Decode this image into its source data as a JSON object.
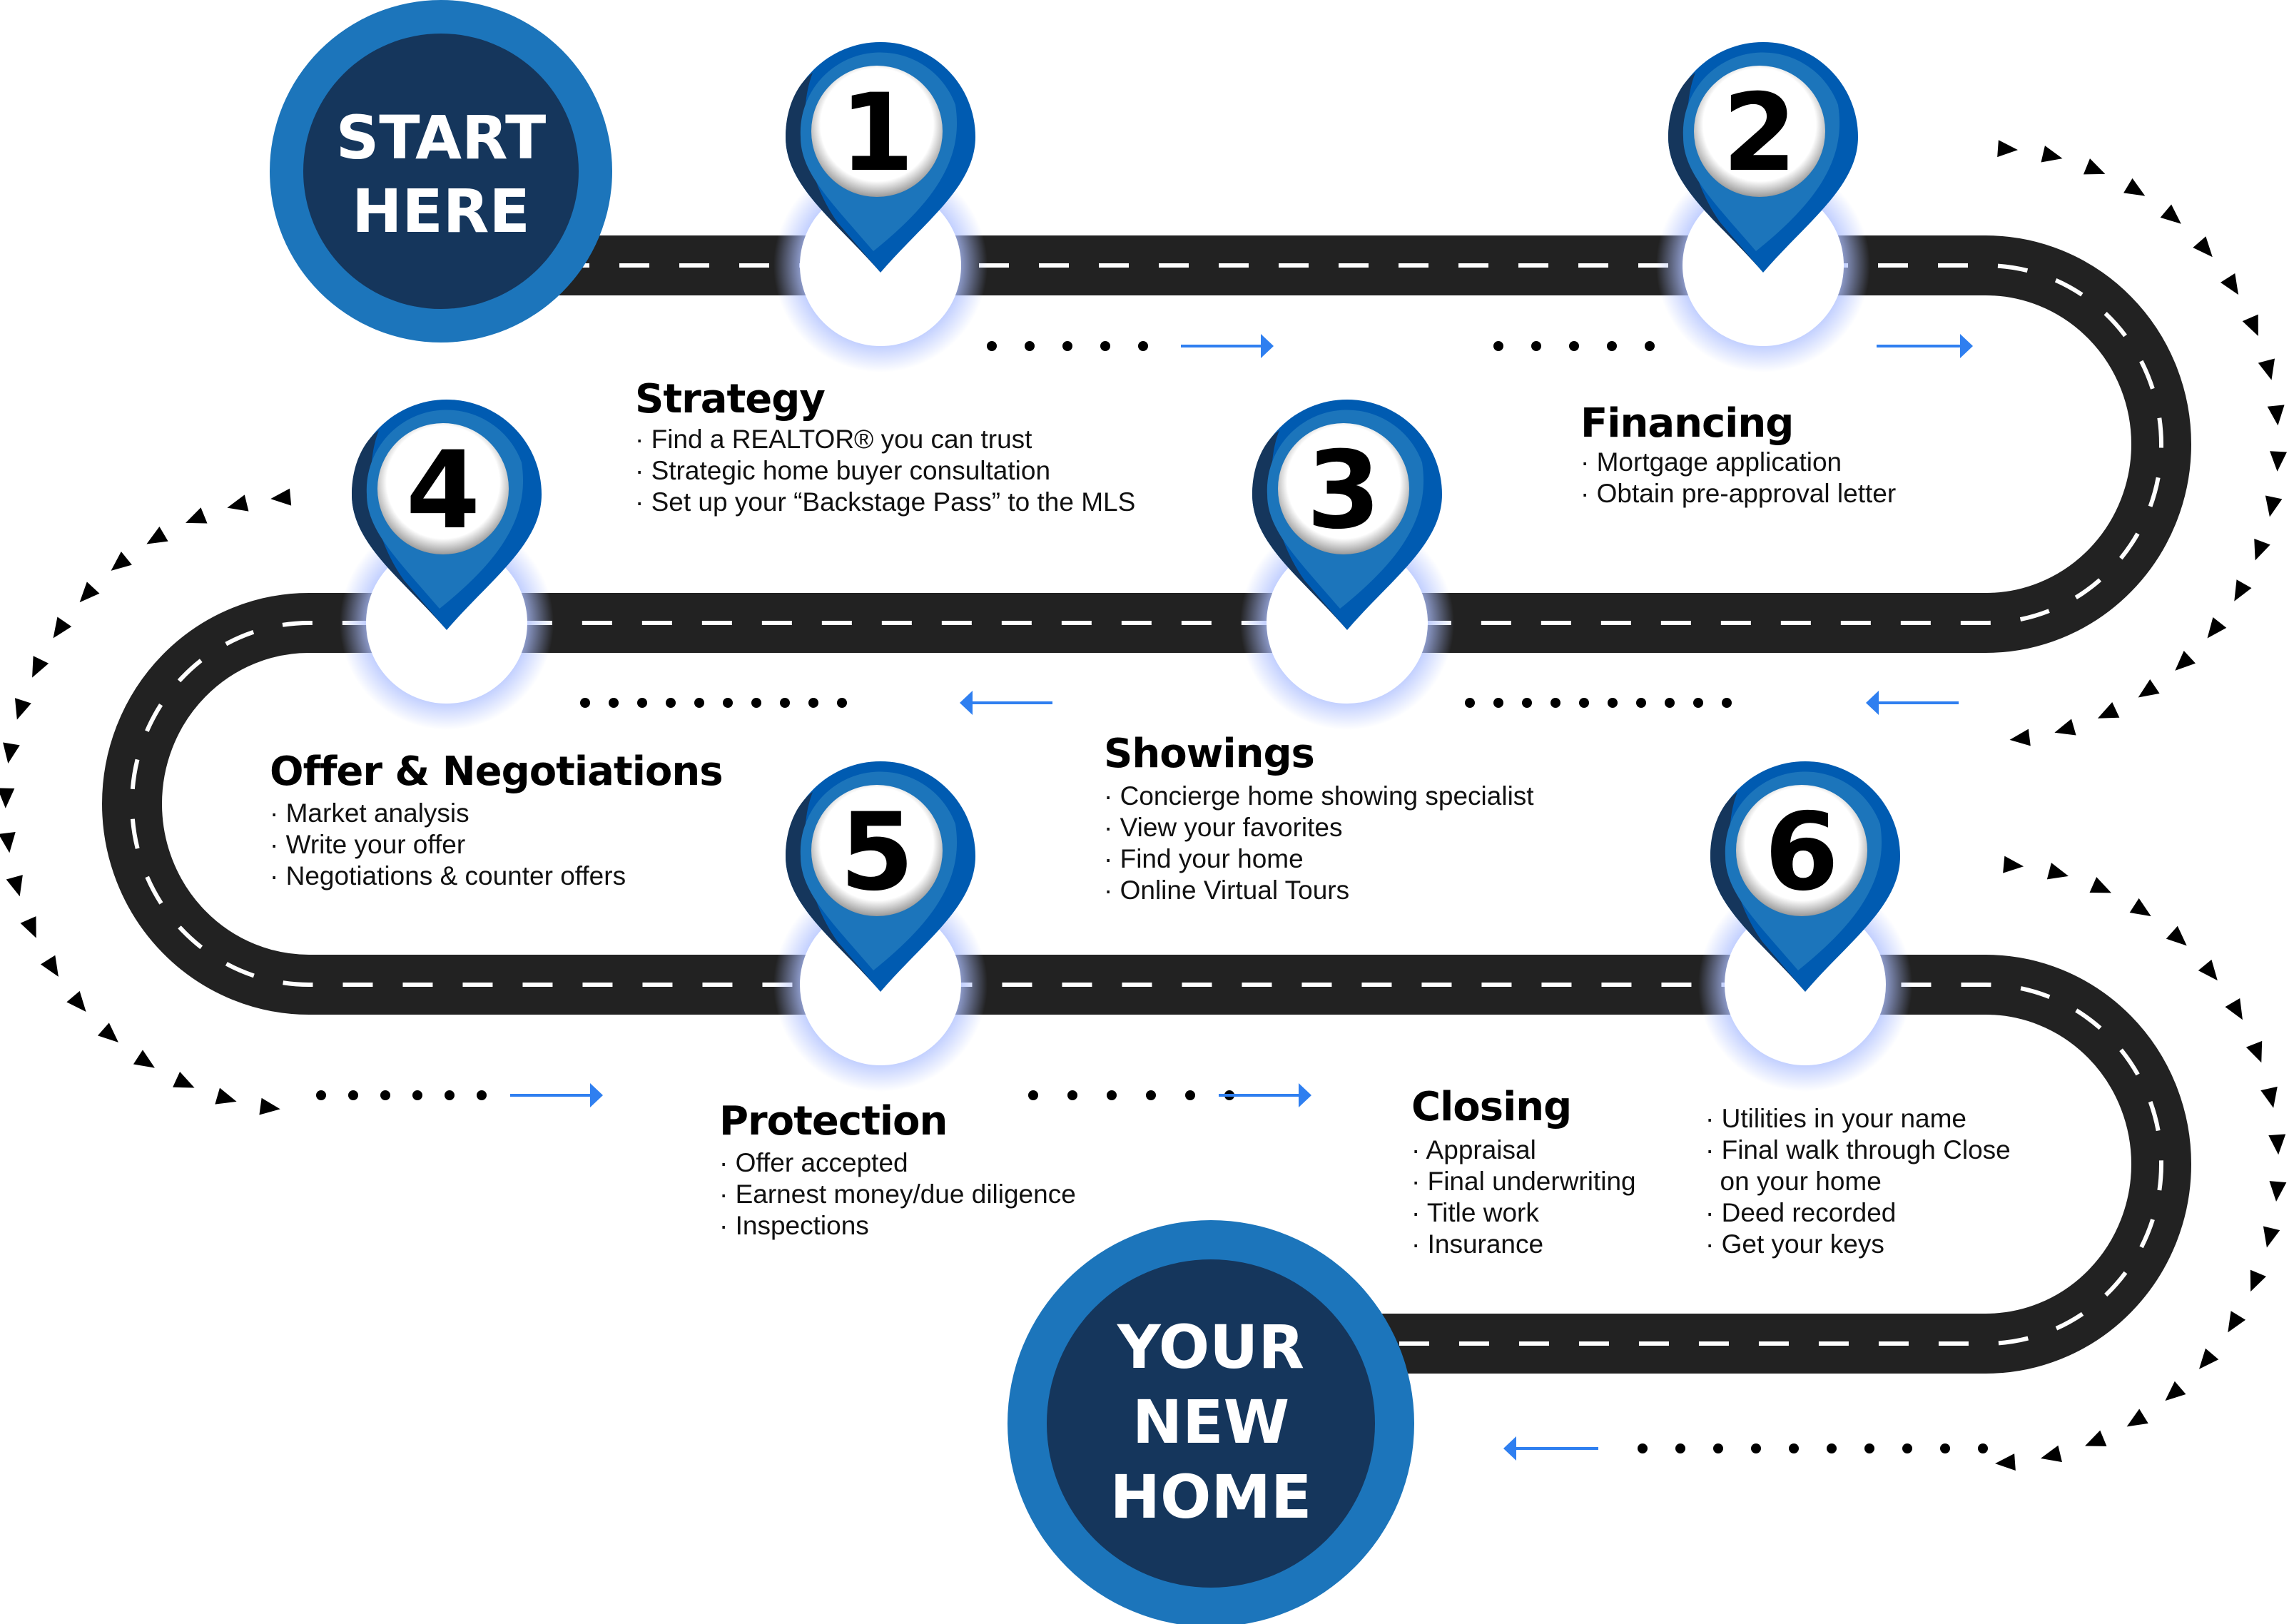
{
  "title": "Home Buying Roadmap",
  "start_badge": {
    "lines": [
      "START",
      "HERE"
    ]
  },
  "end_badge": {
    "lines": [
      "YOUR",
      "NEW",
      "HOME"
    ]
  },
  "colors": {
    "road": "#222222",
    "road_dash": "#ffffff",
    "badge_outer": "#1c75bb",
    "badge_inner": "#15365c",
    "pin_light": "#1c75bb",
    "pin_dark": "#005bb1",
    "pin_shadow": "#15365c",
    "arrow": "#2f7ff0",
    "glow": "#aec0ff"
  },
  "steps": [
    {
      "number": "1",
      "title": "Strategy",
      "items": [
        "· Find a REALTOR® you can trust",
        "· Strategic home buyer consultation",
        "· Set up your “Backstage Pass” to the MLS"
      ]
    },
    {
      "number": "2",
      "title": "Financing",
      "items": [
        "· Mortgage  application",
        "· Obtain pre-approval letter"
      ]
    },
    {
      "number": "3",
      "title": "Showings",
      "items": [
        "· Concierge home showing specialist",
        "· View your favorites",
        "· Find your home",
        "· Online Virtual Tours"
      ]
    },
    {
      "number": "4",
      "title": "Offer & Negotiations",
      "items": [
        "· Market analysis",
        "· Write your offer",
        "· Negotiations & counter offers"
      ]
    },
    {
      "number": "5",
      "title": "Protection",
      "items": [
        "· Offer accepted",
        "· Earnest money/due diligence",
        "· Inspections"
      ]
    },
    {
      "number": "6",
      "title": "Closing",
      "items": [
        "· Appraisal",
        "· Final underwriting",
        "· Title work",
        "· Insurance"
      ],
      "items_col2": [
        "· Utilities in your name",
        "· Final walk through Close",
        "  on your home",
        "· Deed recorded",
        "· Get your keys"
      ]
    }
  ],
  "direction_indicators": [
    {
      "row": 1,
      "direction": "right"
    },
    {
      "row": 1,
      "direction": "right"
    },
    {
      "row": 2,
      "direction": "left"
    },
    {
      "row": 2,
      "direction": "left"
    },
    {
      "row": 3,
      "direction": "right"
    },
    {
      "row": 3,
      "direction": "right"
    },
    {
      "row": 4,
      "direction": "left"
    }
  ]
}
